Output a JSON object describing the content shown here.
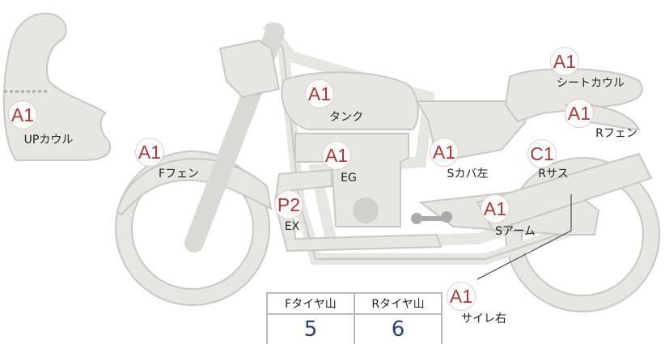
{
  "parts": [
    {
      "grade": "A1",
      "label": "UPカウル"
    },
    {
      "grade": "A1",
      "label": "Fフェン"
    },
    {
      "grade": "A1",
      "label": "タンク"
    },
    {
      "grade": "A1",
      "label": "EG"
    },
    {
      "grade": "A1",
      "label": "Sカバ左"
    },
    {
      "grade": "C1",
      "label": "Rサス"
    },
    {
      "grade": "A1",
      "label": "シートカウル"
    },
    {
      "grade": "A1",
      "label": "Rフェン"
    },
    {
      "grade": "P2",
      "label": "EX"
    },
    {
      "grade": "A1",
      "label": "Sアーム"
    },
    {
      "grade": "A1",
      "label": "サイレ右"
    }
  ],
  "tire_table": {
    "headers": [
      "Fタイヤ山",
      "Rタイヤ山"
    ],
    "values": [
      "5",
      "6"
    ]
  },
  "colors": {
    "grade": "#a8393c",
    "value": "#2e3f7a",
    "body": "#e6e6e3"
  }
}
